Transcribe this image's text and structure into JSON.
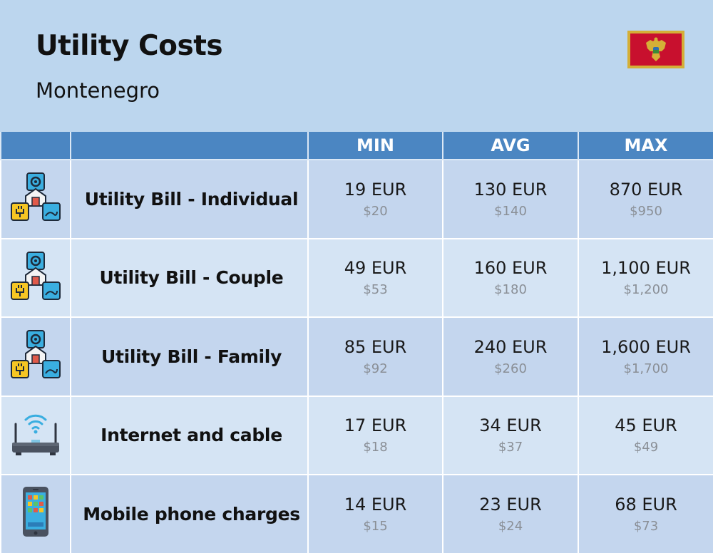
{
  "header": {
    "title": "Utility Costs",
    "subtitle": "Montenegro",
    "flag": {
      "country": "Montenegro",
      "colors": {
        "field": "#c8102e",
        "border": "#d4af37",
        "eagle": "#d4af37"
      }
    }
  },
  "table": {
    "columns": [
      "",
      "",
      "MIN",
      "AVG",
      "MAX"
    ],
    "rows": [
      {
        "icon": "utilities-icon",
        "label": "Utility Bill - Individual",
        "min": {
          "eur": "19 EUR",
          "usd": "$20"
        },
        "avg": {
          "eur": "130 EUR",
          "usd": "$140"
        },
        "max": {
          "eur": "870 EUR",
          "usd": "$950"
        }
      },
      {
        "icon": "utilities-icon",
        "label": "Utility Bill - Couple",
        "min": {
          "eur": "49 EUR",
          "usd": "$53"
        },
        "avg": {
          "eur": "160 EUR",
          "usd": "$180"
        },
        "max": {
          "eur": "1,100 EUR",
          "usd": "$1,200"
        }
      },
      {
        "icon": "utilities-icon",
        "label": "Utility Bill - Family",
        "min": {
          "eur": "85 EUR",
          "usd": "$92"
        },
        "avg": {
          "eur": "240 EUR",
          "usd": "$260"
        },
        "max": {
          "eur": "1,600 EUR",
          "usd": "$1,700"
        }
      },
      {
        "icon": "router-icon",
        "label": "Internet and cable",
        "min": {
          "eur": "17 EUR",
          "usd": "$18"
        },
        "avg": {
          "eur": "34 EUR",
          "usd": "$37"
        },
        "max": {
          "eur": "45 EUR",
          "usd": "$49"
        }
      },
      {
        "icon": "smartphone-icon",
        "label": "Mobile phone charges",
        "min": {
          "eur": "14 EUR",
          "usd": "$15"
        },
        "avg": {
          "eur": "23 EUR",
          "usd": "$24"
        },
        "max": {
          "eur": "68 EUR",
          "usd": "$73"
        }
      }
    ]
  },
  "colors": {
    "background": "#bcd6ee",
    "header_row": "#4b86c2",
    "row_odd": "#c4d6ee",
    "row_even": "#d5e4f4",
    "usd_text": "#8a8f96"
  }
}
